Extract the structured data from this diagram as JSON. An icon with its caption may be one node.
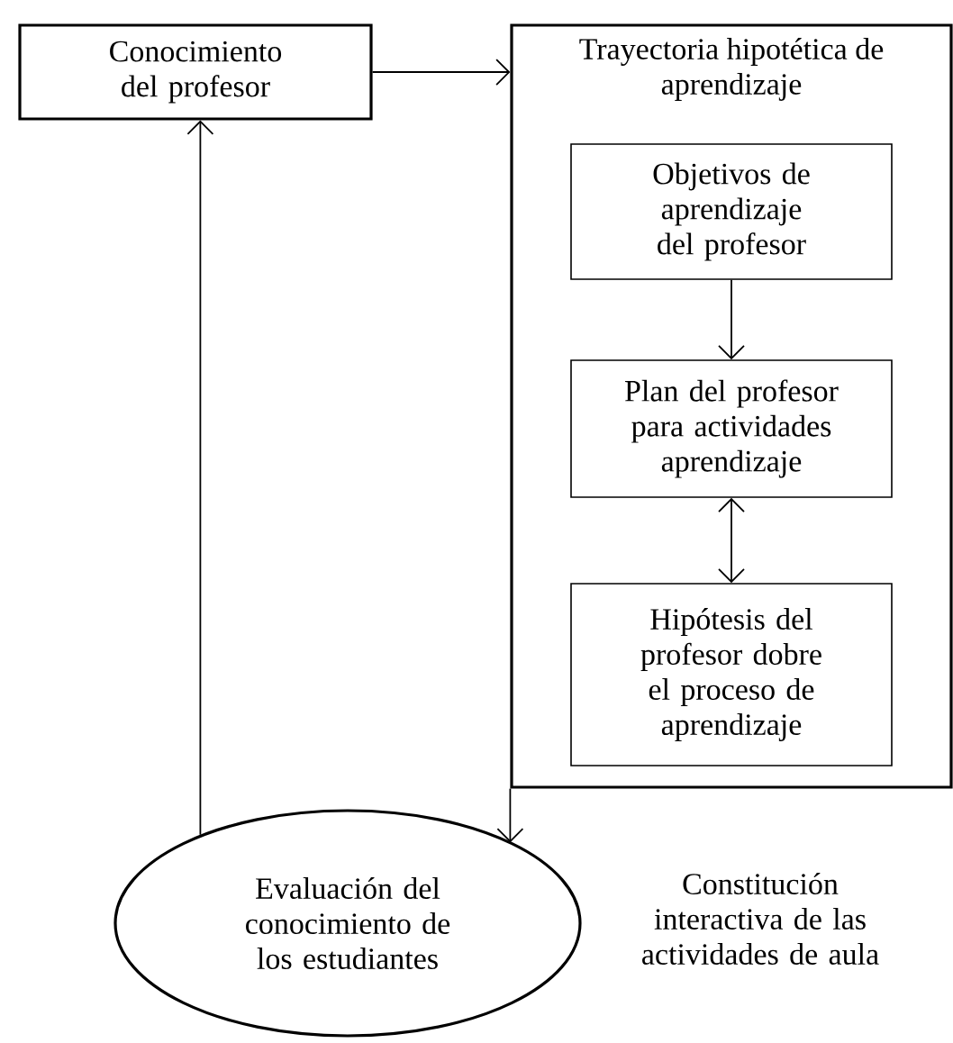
{
  "diagram": {
    "nodes": [
      {
        "text": [
          "Conocimiento del profesor"
        ]
      },
      {
        "text": [
          "Trayectoria hipotética de aprendizaje"
        ]
      },
      {
        "text": [
          "Objetivos de aprendizaje del profesor"
        ],
        "in": 1
      },
      {
        "text": [
          "Plan del profesor para actividades aprendizaje"
        ],
        "in": 1
      },
      {
        "text": [
          "Hipótesis del profesor dobre el proceso de aprendizaje"
        ],
        "in": 1
      },
      {
        "text": [
          "Evaluación del conocimiento de los estudiantes"
        ]
      }
    ],
    "edges": [
      {
        "from": 0,
        "to": 1,
        "arrow": "to"
      },
      {
        "from": 2,
        "to": 3,
        "arrow": "to"
      },
      {
        "from": 3,
        "to": 4,
        "arrow": "both"
      },
      {
        "from": 5,
        "to": 0,
        "arrow": "to"
      },
      {
        "from": 1,
        "to": 5,
        "arrow": "to"
      }
    ],
    "labels": [
      "Constitución interactiva de las actividades de aula"
    ]
  }
}
